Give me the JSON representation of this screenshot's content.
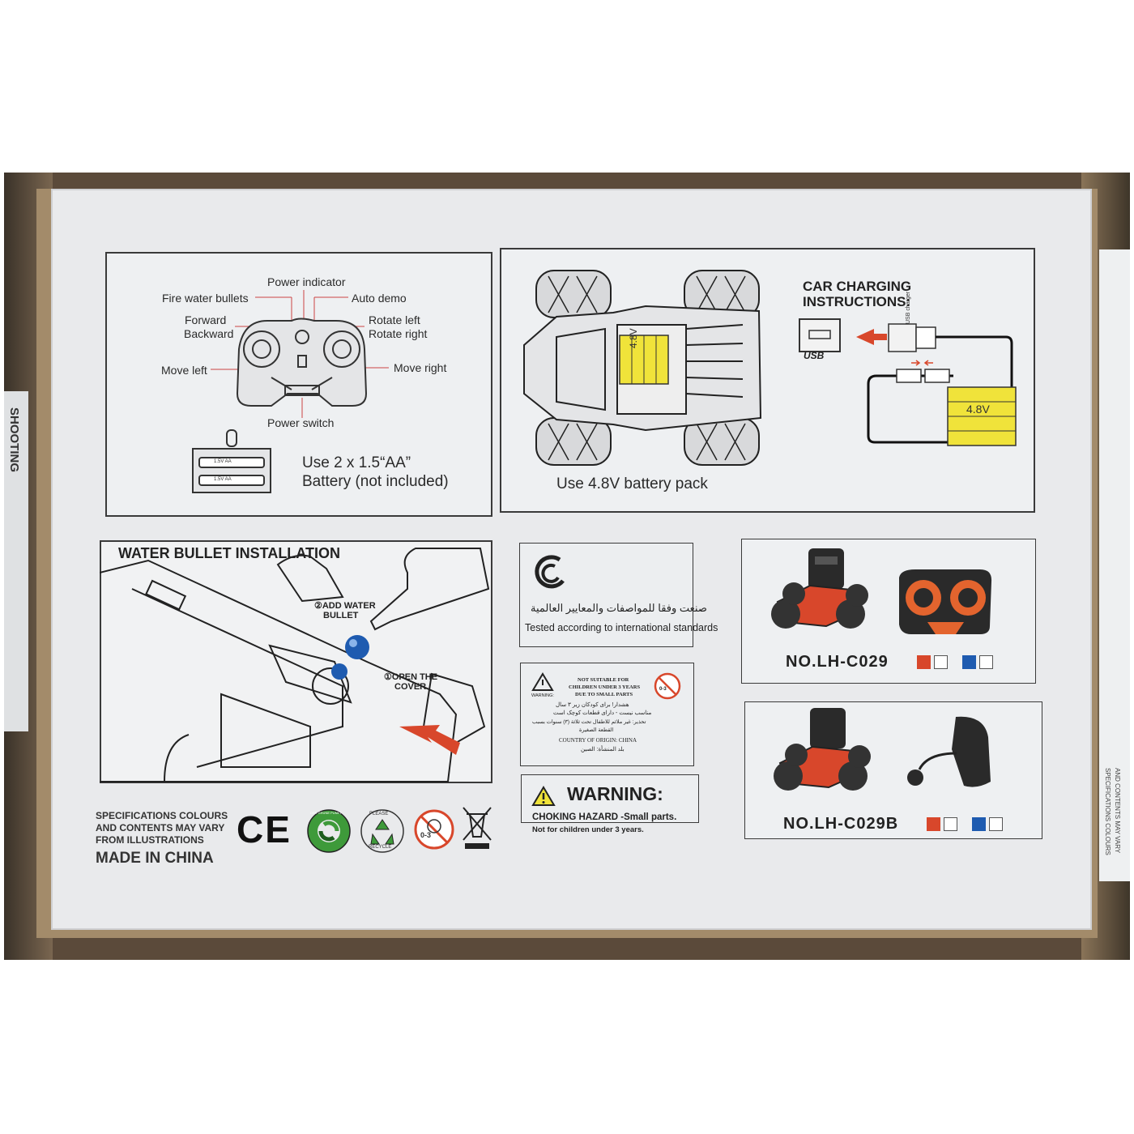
{
  "controller": {
    "labels": {
      "power_indicator": "Power indicator",
      "fire_water_bullets": "Fire water bullets",
      "auto_demo": "Auto demo",
      "forward": "Forward",
      "backward": "Backward",
      "rotate_left": "Rotate left",
      "rotate_right": "Rotate right",
      "move_left": "Move left",
      "move_right": "Move right",
      "power_switch": "Power switch"
    },
    "battery_line1": "Use 2 x 1.5“AA”",
    "battery_line2": "Battery (not included)",
    "battery_cell": "1.5V AA"
  },
  "car": {
    "battery_pack": "Use 4.8V battery pack",
    "pack_voltage": "4.8V",
    "charging_title_line1": "CAR CHARGING",
    "charging_title_line2": "INSTRUCTIONS:",
    "usb_label": "USB",
    "usb_charger": "USB charger",
    "charger_pack_voltage": "4.8V"
  },
  "water_bullet": {
    "title": "WATER BULLET INSTALLATION",
    "step2_line1": "②ADD WATER",
    "step2_line2": "BULLET",
    "step1_line1": "①OPEN THE",
    "step1_line2": "COVER"
  },
  "standards": {
    "arabic": "صنعت وفقا للمواصفات والمعايير العالمية",
    "english": "Tested according to international standards"
  },
  "small_warning": {
    "warning_word": "WARNING:",
    "line1": "NOT SUITABLE FOR",
    "line2": "CHILDREN UNDER 3 YEARS",
    "line3": "DUE TO SMALL PARTS",
    "farsi1": "هشدار! برای کودکان زیر ۳ سال",
    "farsi2": "مناسب نیست - دارای قطعات کوچک است",
    "arabic1": "تحذير: غير ملائم للاطفال تحت ثلاثة (٣) سنوات بسبب",
    "arabic2": "القطعة الصغيرة",
    "origin": "COUNTRY OF ORIGIN: CHINA",
    "origin_arabic": "بلد المنشأة: الصين",
    "age_badge": "0-3"
  },
  "choking_warning": {
    "title": "WARNING:",
    "line1": "CHOKING HAZARD -Small parts.",
    "line2": "Not for children under 3 years."
  },
  "footer": {
    "spec_line1": "SPECIFICATIONS COLOURS",
    "spec_line2": "AND CONTENTS MAY VARY",
    "spec_line3": "FROM ILLUSTRATIONS",
    "made_in": "MADE IN CHINA",
    "ce": "CE",
    "green_dot_text": "DER GRÜNE PUNKT",
    "recycle_top": "PLEASE",
    "recycle_bottom": "RECYCLE",
    "age_badge": "0-3"
  },
  "models": [
    {
      "code": "NO.LH-C029"
    },
    {
      "code": "NO.LH-C029B"
    }
  ],
  "side_box": {
    "left_text": "SHOOTING",
    "right_text1": "SPECIFICATIONS COLOURS",
    "right_text2": "AND CONTENTS MAY VARY"
  },
  "colors": {
    "red": "#d8472b",
    "blue": "#1e5bb0",
    "yellow": "#f0e33a",
    "orange": "#e3642e",
    "green": "#3e9a3a"
  }
}
